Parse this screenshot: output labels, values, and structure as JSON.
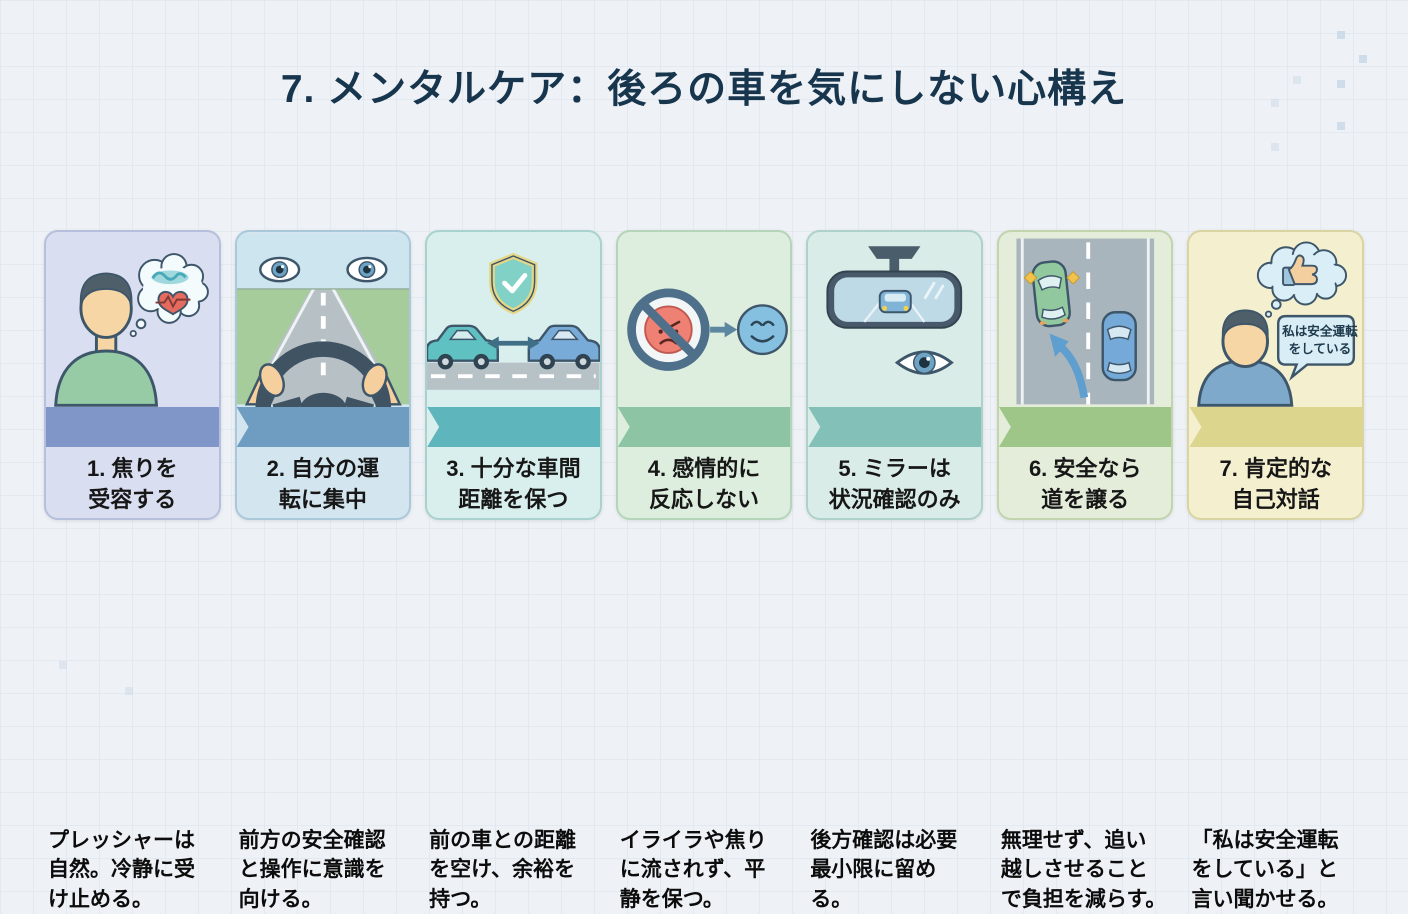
{
  "page": {
    "title": "7. メンタルケア：後ろの車を気にしない心構え",
    "title_color": "#17364e",
    "background_color": "#eef1f5"
  },
  "steps": [
    {
      "number": 1,
      "title": "1. 焦りを\n受容する",
      "description": "プレッシャーは\n自然。冷静に受\nけ止める。",
      "illustration": "person-accepting-pressure-icon",
      "colors": {
        "bg": "#d9def0",
        "border": "#b6c0dc",
        "band": "#8096c9"
      }
    },
    {
      "number": 2,
      "title": "2. 自分の運\n転に集中",
      "description": "前方の安全確認\nと操作に意識を\n向ける。",
      "illustration": "driver-focus-road-icon",
      "colors": {
        "bg": "#d3e5ee",
        "border": "#a9c8da",
        "band": "#6f9dc1"
      }
    },
    {
      "number": 3,
      "title": "3. 十分な車間\n距離を保つ",
      "description": "前の車との距離\nを空け、余裕を\n持つ。",
      "illustration": "safe-following-distance-icon",
      "colors": {
        "bg": "#d9efed",
        "border": "#a9d2ce",
        "band": "#5eb5bb"
      }
    },
    {
      "number": 4,
      "title": "4. 感情的に\n反応しない",
      "description": "イライラや焦り\nに流されず、平\n静を保つ。",
      "illustration": "no-anger-stay-calm-icon",
      "colors": {
        "bg": "#ddeede",
        "border": "#b4d5ba",
        "band": "#8dc4a4"
      }
    },
    {
      "number": 5,
      "title": "5. ミラーは\n状況確認のみ",
      "description": "後方確認は必要\n最小限に留め\nる。",
      "illustration": "rearview-mirror-check-icon",
      "colors": {
        "bg": "#daece7",
        "border": "#aed2c9",
        "band": "#82c0b8"
      }
    },
    {
      "number": 6,
      "title": "6. 安全なら\n道を譲る",
      "description": "無理せず、追い\n越しさせること\nで負担を減らす。",
      "illustration": "yield-the-road-icon",
      "colors": {
        "bg": "#e3edd9",
        "border": "#c1d4ae",
        "band": "#9fc689"
      }
    },
    {
      "number": 7,
      "title": "7. 肯定的な\n自己対話",
      "description": "「私は安全運転\nをしている」と\n言い聞かせる。",
      "illustration": "positive-self-talk-icon",
      "speech_line1": "私は安全運転",
      "speech_line2": "をしている",
      "colors": {
        "bg": "#f4f0cf",
        "border": "#dad4a2",
        "band": "#dbd58d"
      }
    }
  ]
}
